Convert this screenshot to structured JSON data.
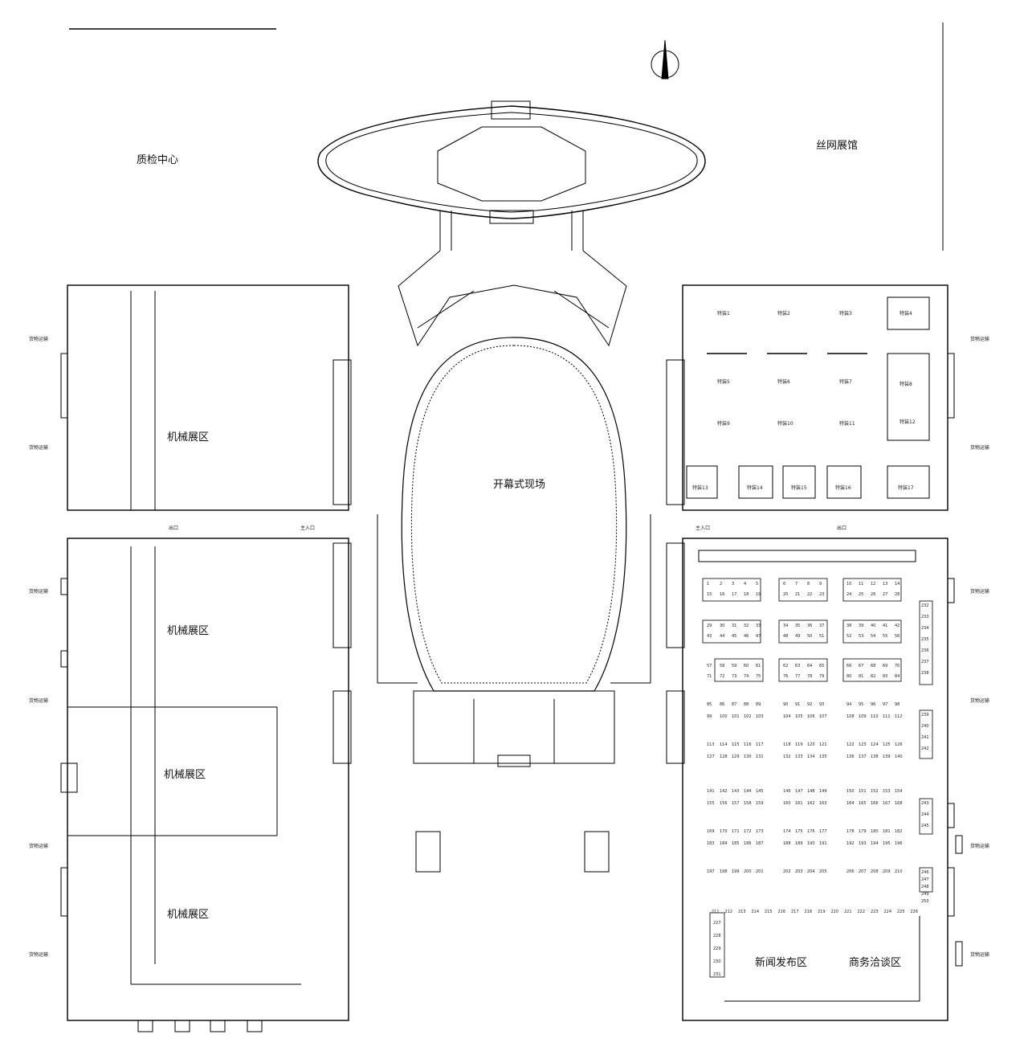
{
  "labels": {
    "quality_center": "质检中心",
    "wire_mesh_hall": "丝网展馆",
    "opening_site": "开幕式现场",
    "machinery_1": "机械展区",
    "machinery_2": "机械展区",
    "machinery_3": "机械展区",
    "machinery_4": "机械展区",
    "press_area": "新闻发布区",
    "business_area": "商务洽谈区"
  },
  "special_booths": [
    "特装1",
    "特装2",
    "特装3",
    "特装4",
    "特装5",
    "特装6",
    "特装7",
    "特装8",
    "特装9",
    "特装10",
    "特装11",
    "特装12",
    "特装13",
    "特装14",
    "特装15",
    "特装16",
    "特装17"
  ],
  "booth_rows": [
    [
      "1",
      "2",
      "3",
      "4",
      "5",
      "6",
      "7",
      "8",
      "9",
      "10",
      "11",
      "12",
      "13",
      "14"
    ],
    [
      "15",
      "16",
      "17",
      "18",
      "19",
      "20",
      "21",
      "22",
      "23",
      "24",
      "25",
      "26",
      "27",
      "28"
    ],
    [
      "29",
      "30",
      "31",
      "32",
      "33",
      "34",
      "35",
      "36",
      "37",
      "38",
      "39",
      "40",
      "41",
      "42"
    ],
    [
      "43",
      "44",
      "45",
      "46",
      "47",
      "48",
      "49",
      "50",
      "51",
      "52",
      "53",
      "54",
      "55",
      "56"
    ],
    [
      "57",
      "58",
      "59",
      "60",
      "61",
      "62",
      "63",
      "64",
      "65",
      "66",
      "67",
      "68",
      "69",
      "70"
    ],
    [
      "71",
      "72",
      "73",
      "74",
      "75",
      "76",
      "77",
      "78",
      "79",
      "80",
      "81",
      "82",
      "83",
      "84"
    ],
    [
      "85",
      "86",
      "87",
      "88",
      "89",
      "90",
      "91",
      "92",
      "93",
      "94",
      "95",
      "96",
      "97",
      "98"
    ],
    [
      "99",
      "100",
      "101",
      "102",
      "103",
      "104",
      "105",
      "106",
      "107",
      "108",
      "109",
      "110",
      "111",
      "112"
    ],
    [
      "113",
      "114",
      "115",
      "116",
      "117",
      "118",
      "119",
      "120",
      "121",
      "122",
      "123",
      "124",
      "125",
      "126"
    ],
    [
      "127",
      "128",
      "129",
      "130",
      "131",
      "132",
      "133",
      "134",
      "135",
      "136",
      "137",
      "138",
      "139",
      "140"
    ],
    [
      "141",
      "142",
      "143",
      "144",
      "145",
      "146",
      "147",
      "148",
      "149",
      "150",
      "151",
      "152",
      "153",
      "154"
    ],
    [
      "155",
      "156",
      "157",
      "158",
      "159",
      "160",
      "161",
      "162",
      "163",
      "164",
      "165",
      "166",
      "167",
      "168"
    ],
    [
      "169",
      "170",
      "171",
      "172",
      "173",
      "174",
      "175",
      "176",
      "177",
      "178",
      "179",
      "180",
      "181",
      "182"
    ],
    [
      "183",
      "184",
      "185",
      "186",
      "187",
      "188",
      "189",
      "190",
      "191",
      "192",
      "193",
      "194",
      "195",
      "196"
    ],
    [
      "197",
      "198",
      "199",
      "200",
      "201",
      "202",
      "203",
      "204",
      "205",
      "206",
      "207",
      "208",
      "209",
      "210"
    ]
  ],
  "booth_row_bottom": [
    "211",
    "212",
    "213",
    "214",
    "215",
    "216",
    "217",
    "218",
    "219",
    "220",
    "221",
    "222",
    "223",
    "224",
    "225",
    "226"
  ],
  "booth_col_left": [
    "227",
    "228",
    "229",
    "230",
    "231"
  ],
  "booth_col_right": [
    "232",
    "233",
    "234",
    "235",
    "236",
    "237",
    "238",
    "239",
    "240",
    "241",
    "242",
    "243",
    "244",
    "245",
    "246",
    "247",
    "248",
    "249",
    "250"
  ],
  "side_labels": {
    "cargo": "货物运输",
    "exit": "出口",
    "main_entry": "主入口"
  }
}
